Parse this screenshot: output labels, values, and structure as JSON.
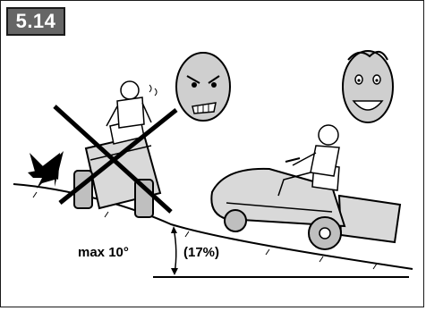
{
  "figure": {
    "number": "5.14",
    "angle_label": "max 10°",
    "percent_label": "(17%)"
  },
  "icons": [
    "happy-face-icon",
    "angry-face-icon",
    "prohibited-cross-icon",
    "direction-arrow-icon"
  ],
  "colors": {
    "badge_bg": "#666666",
    "badge_text": "#ffffff",
    "line": "#000000",
    "mower_fill": "#d9d9d9"
  }
}
